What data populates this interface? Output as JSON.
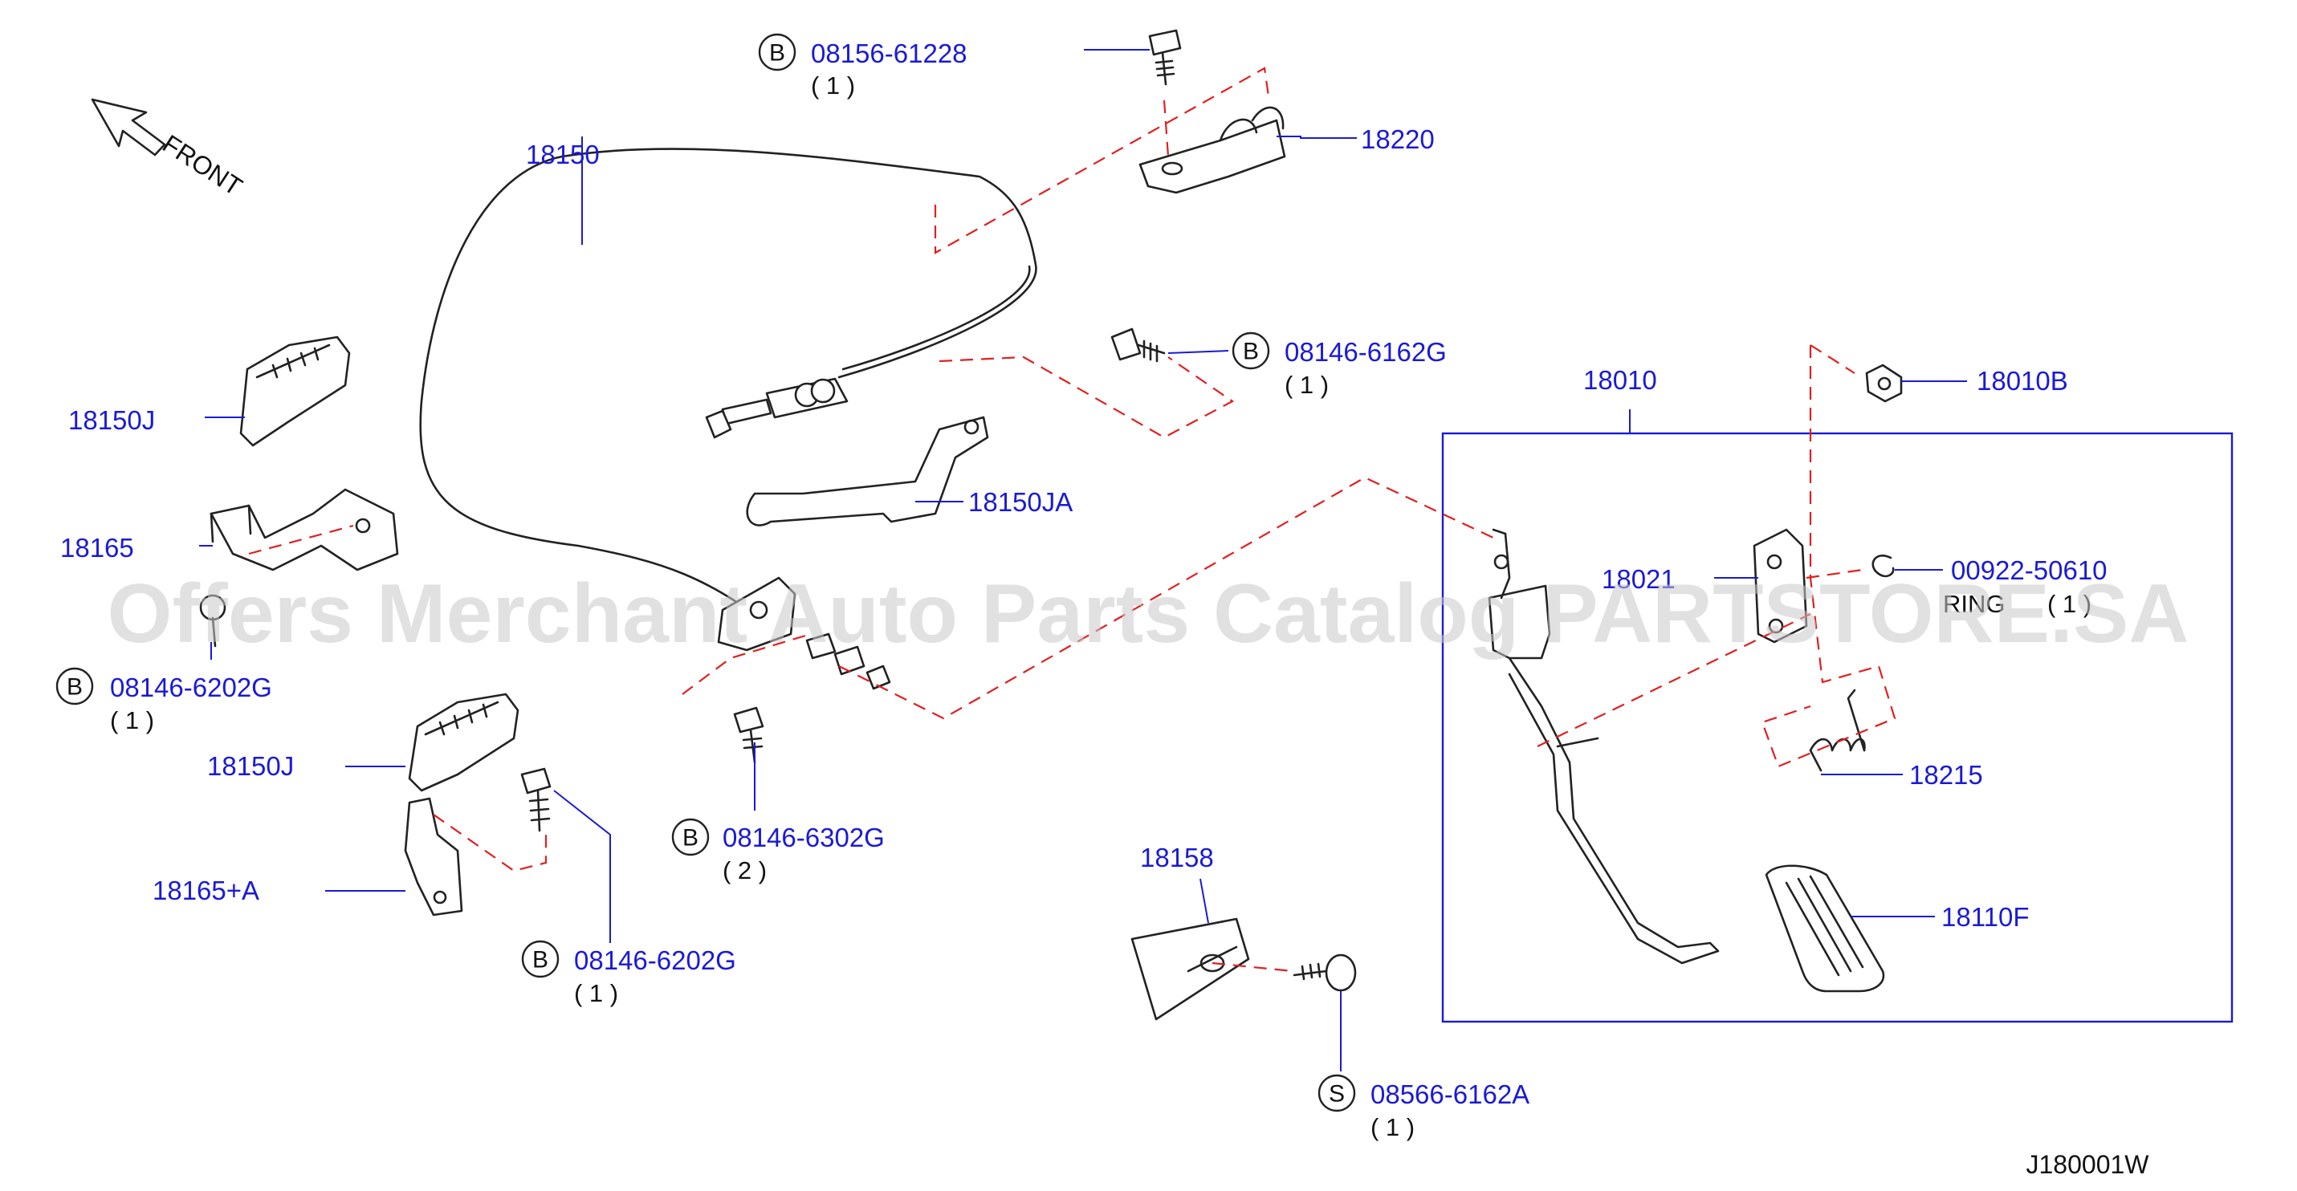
{
  "front_label": "FRONT",
  "diagram_code": "J180001W",
  "watermark": "Offers Merchant Auto Parts Catalog PARTSTORE.SA",
  "colors": {
    "label": "#1a1ad6",
    "dash": "#e02020",
    "line": "#222222"
  },
  "parts": {
    "p18150": "18150",
    "p18220": "18220",
    "p18150J_top": "18150J",
    "p18165": "18165",
    "p18150JA": "18150JA",
    "p18010": "18010",
    "p18010B": "18010B",
    "p18021": "18021",
    "p00922": "00922-50610",
    "ring": "RING",
    "p18215": "18215",
    "p18150J_bot": "18150J",
    "p18165A": "18165+A",
    "p18158": "18158",
    "p18110F": "18110F"
  },
  "fasteners": {
    "f1": {
      "symbol": "B",
      "code": "08156-61228",
      "qty": "( 1 )"
    },
    "f2": {
      "symbol": "B",
      "code": "08146-6162G",
      "qty": "( 1 )"
    },
    "f3": {
      "symbol": "B",
      "code": "08146-6202G",
      "qty": "( 1 )"
    },
    "f4": {
      "symbol": "B",
      "code": "08146-6302G",
      "qty": "( 2 )"
    },
    "f5": {
      "symbol": "B",
      "code": "08146-6202G",
      "qty": "( 1 )"
    },
    "f6": {
      "symbol": "S",
      "code": "08566-6162A",
      "qty": "( 1 )"
    }
  },
  "ring_qty": "( 1 )"
}
